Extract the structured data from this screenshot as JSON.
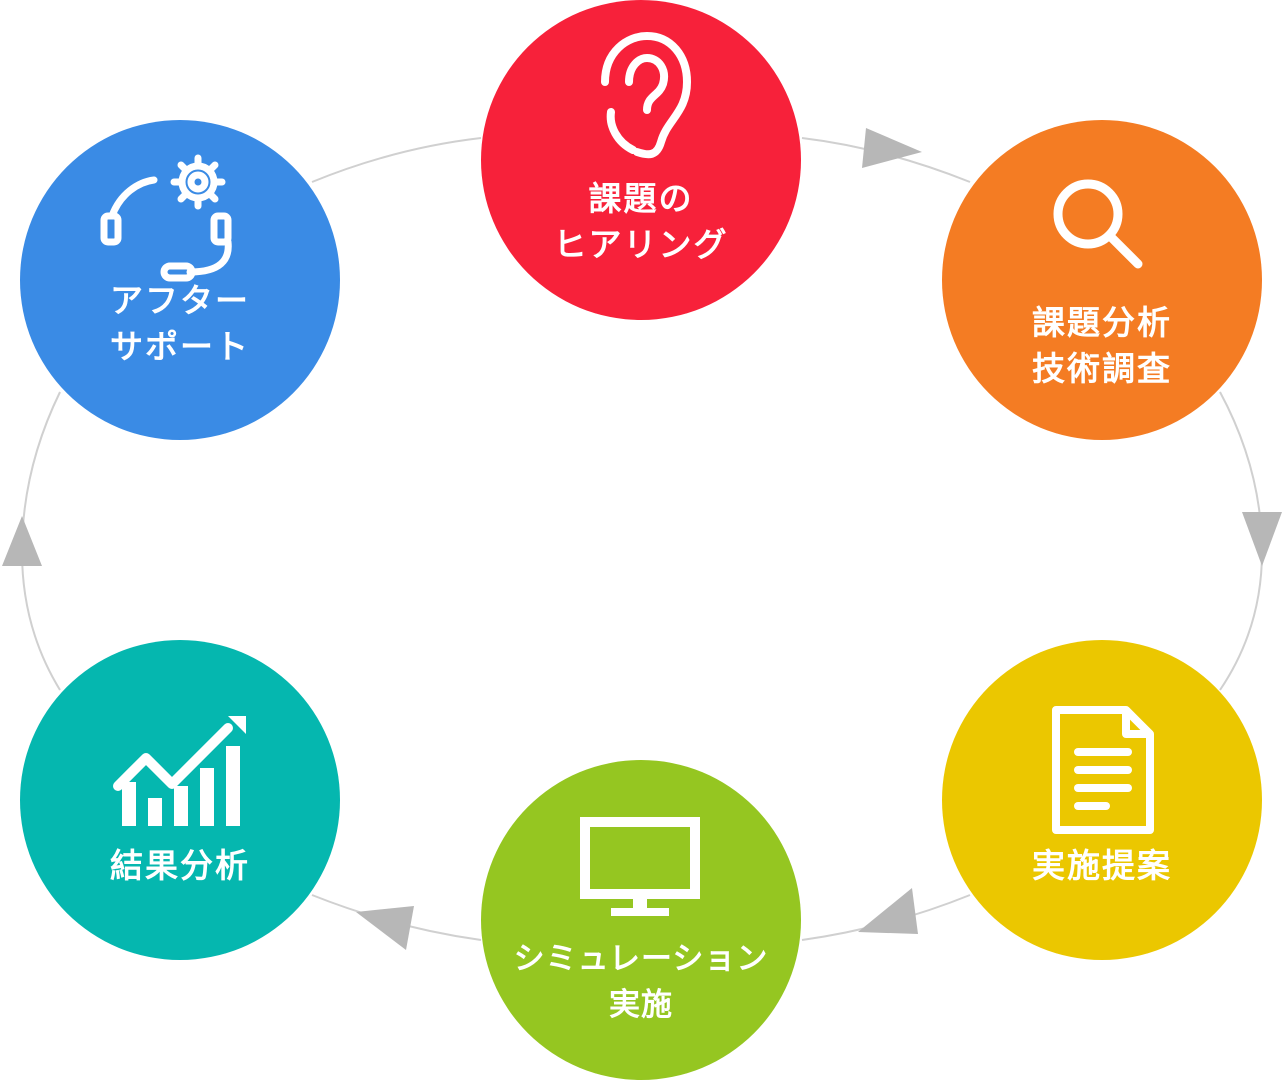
{
  "colors": {
    "hearing": "#f7213a",
    "analysis": "#f47c23",
    "proposal": "#ebc700",
    "simulation": "#95c621",
    "result": "#05b7af",
    "support": "#3a8be5",
    "connector": "#d0d0d0",
    "arrow": "#b7b7b7"
  },
  "steps": [
    {
      "id": "hearing",
      "icon": "ear-icon",
      "label_line1": "課題の",
      "label_line2": "ヒアリング"
    },
    {
      "id": "analysis",
      "icon": "magnifier-icon",
      "label_line1": "課題分析",
      "label_line2": "技術調査"
    },
    {
      "id": "proposal",
      "icon": "document-icon",
      "label_line1": "実施提案",
      "label_line2": ""
    },
    {
      "id": "simulation",
      "icon": "monitor-icon",
      "label_line1": "シミュレーション",
      "label_line2": "実施"
    },
    {
      "id": "result",
      "icon": "growth-chart-icon",
      "label_line1": "結果分析",
      "label_line2": ""
    },
    {
      "id": "support",
      "icon": "headset-gear-icon",
      "label_line1": "アフター",
      "label_line2": "サポート"
    }
  ]
}
